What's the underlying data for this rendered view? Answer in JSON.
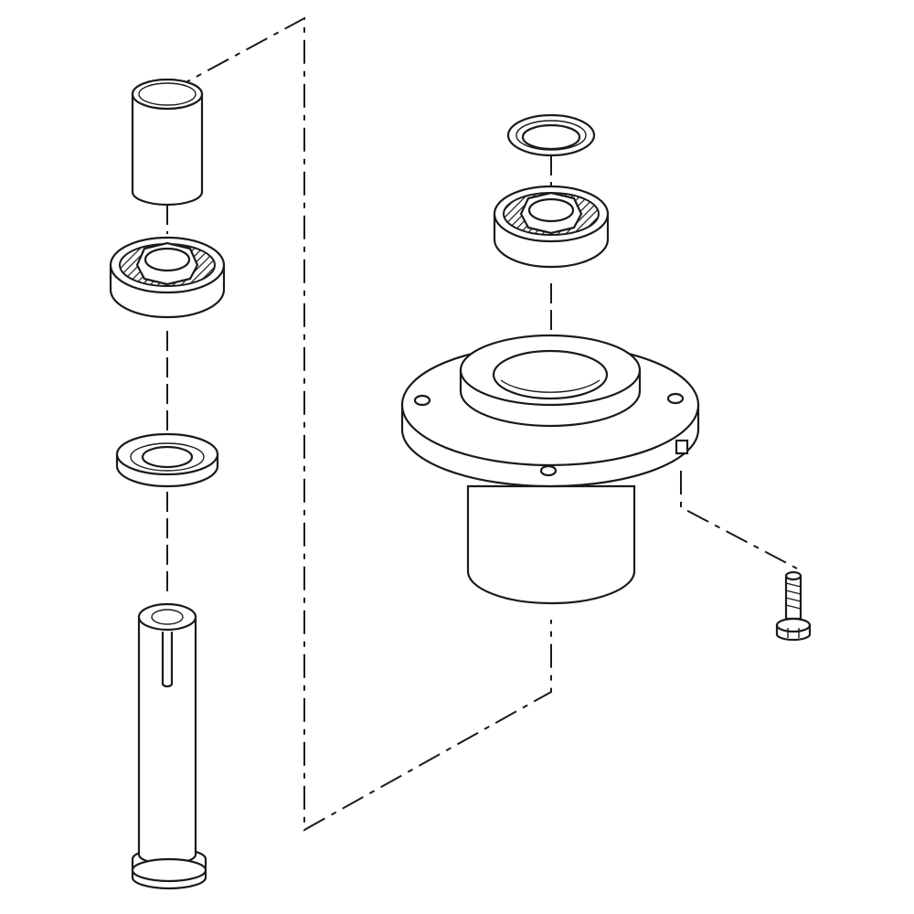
{
  "diagram": {
    "parts": [
      {
        "name": "spacer-tube",
        "icon": "tube-icon"
      },
      {
        "name": "upper-left-bearing",
        "icon": "bearing-icon"
      },
      {
        "name": "flat-washer",
        "icon": "washer-icon"
      },
      {
        "name": "spindle-shaft",
        "icon": "shaft-icon"
      },
      {
        "name": "thin-washer",
        "icon": "washer-icon"
      },
      {
        "name": "upper-right-bearing",
        "icon": "bearing-icon"
      },
      {
        "name": "spindle-housing",
        "icon": "housing-icon"
      },
      {
        "name": "hex-bolt",
        "icon": "bolt-icon"
      }
    ],
    "line_color": "#1a1a1a",
    "background": "#ffffff"
  }
}
